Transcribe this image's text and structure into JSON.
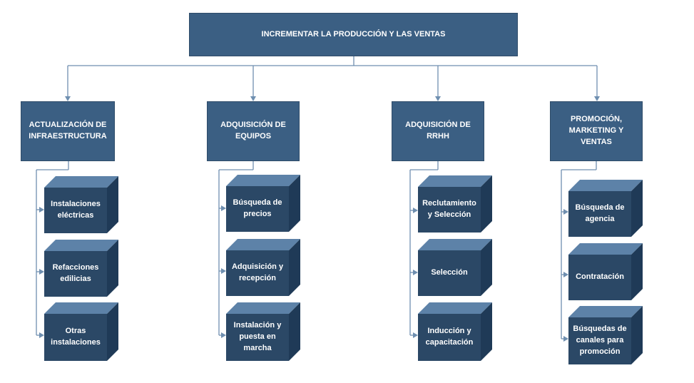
{
  "root": {
    "label": "INCREMENTAR LA PRODUCCIÓN Y LAS VENTAS"
  },
  "colors": {
    "box_fill": "#3b5f83",
    "cube_front": "#2b4866",
    "cube_top": "#5d82a8",
    "cube_side": "#1f3a57",
    "connector": "#6f8fb0"
  },
  "branches": [
    {
      "title": "ACTUALIZACIÓN DE INFRAESTRUCTURA",
      "items": [
        "Instalaciones eléctricas",
        "Refacciones edilicias",
        "Otras instalaciones"
      ]
    },
    {
      "title": "ADQUISICIÓN DE EQUIPOS",
      "items": [
        "Búsqueda de precios",
        "Adquisición y recepción",
        "Instalación y puesta en marcha"
      ]
    },
    {
      "title": "ADQUISICIÓN DE RRHH",
      "items": [
        "Reclutamiento y Selección",
        "Selección",
        "Inducción y capacitación"
      ]
    },
    {
      "title": "PROMOCIÓN, MARKETING Y VENTAS",
      "items": [
        "Búsqueda de agencia",
        "Contratación",
        "Búsquedas de canales para promoción"
      ]
    }
  ]
}
